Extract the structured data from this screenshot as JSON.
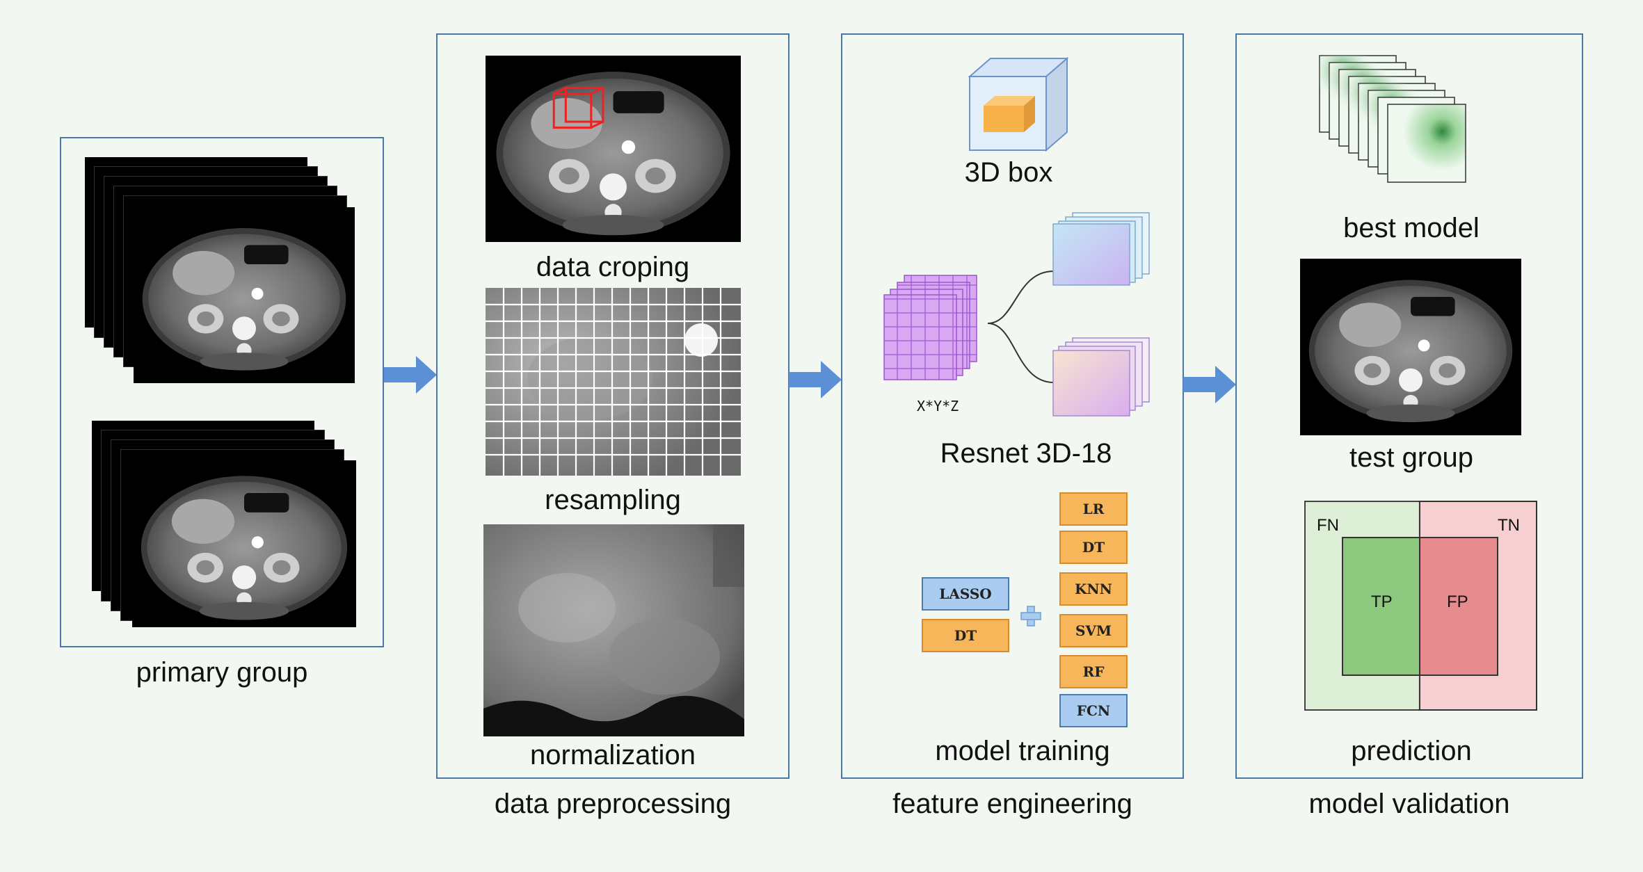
{
  "panels": {
    "primary": {
      "caption": "primary group"
    },
    "preprocessing": {
      "caption": "data preprocessing",
      "steps": [
        "data croping",
        "resampling",
        "normalization"
      ]
    },
    "feature": {
      "caption": "feature engineering",
      "box_label": "3D box",
      "resnet_label": "Resnet 3D-18",
      "xyz_label": "X*Y*Z",
      "training_label": "model training",
      "left_methods": [
        "LASSO",
        "DT"
      ],
      "right_methods": [
        "LR",
        "DT",
        "KNN",
        "SVM",
        "RF",
        "FCN"
      ]
    },
    "validation": {
      "caption": "model validation",
      "best_label": "best model",
      "test_label": "test group",
      "prediction_label": "prediction",
      "confusion": {
        "fn": "FN",
        "tn": "TN",
        "tp": "TP",
        "fp": "FP"
      }
    }
  },
  "colors": {
    "panel_border": "#4a76a8",
    "arrow": "#5b8fd6",
    "orange_box": "#f8b65a",
    "blue_box": "#a9ccf0",
    "green_region": "#dcefd5",
    "red_region": "#f6cfd0",
    "tp_fill": "#8cc97e",
    "fp_fill": "#e88b8f"
  }
}
